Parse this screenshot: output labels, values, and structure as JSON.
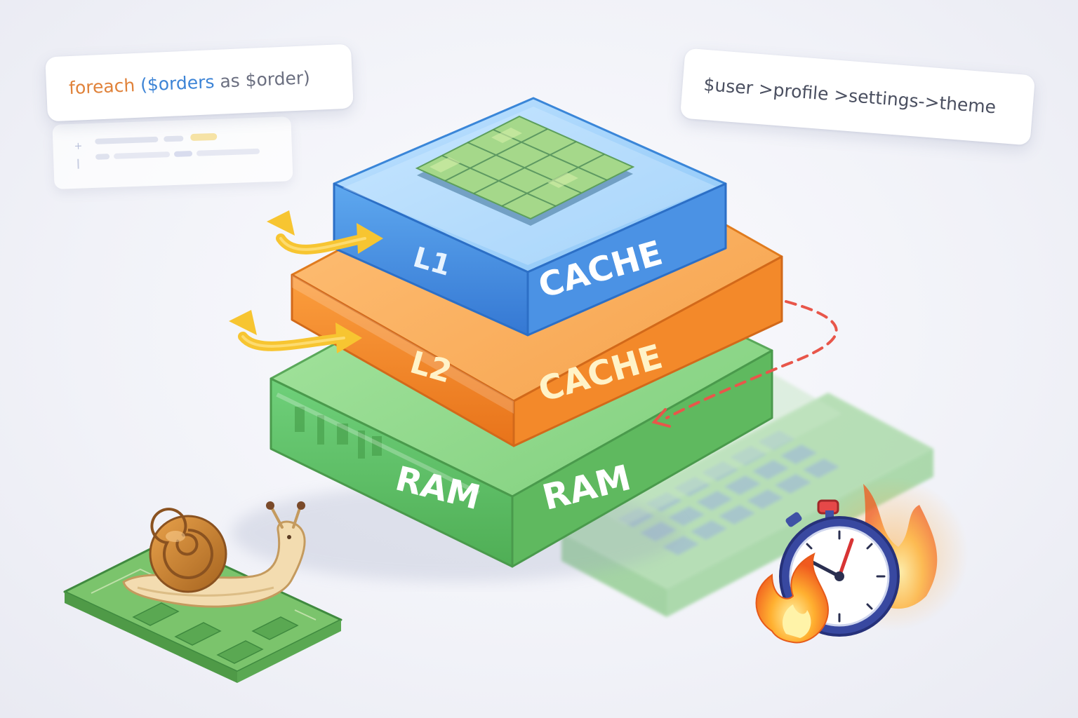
{
  "code_snippets": {
    "loop": {
      "keyword": "foreach",
      "open_paren": " (",
      "collection": "$orders",
      "rest": " as $order)"
    },
    "chain": "$user >profile >settings->theme"
  },
  "layers": [
    {
      "id": "l1",
      "level_label": "L1",
      "name_label": "CACHE",
      "color": "#4a90e2"
    },
    {
      "id": "l2",
      "level_label": "L2",
      "name_label": "CACHE",
      "color": "#f08a2c"
    },
    {
      "id": "ram",
      "level_label": "RAM",
      "name_label": "RAM",
      "color": "#5cb85c"
    }
  ],
  "icons": {
    "fast_access": "yellow-arrow-icon",
    "cache_miss": "red-dashed-arrow-icon",
    "slow": "snail-icon",
    "timeout": "stopwatch-icon",
    "hot": "fire-icon",
    "memory_module": "ram-stick-icon",
    "chip": "chip-grid-icon"
  },
  "colors": {
    "l1_blue": "#4a90e2",
    "l2_orange": "#f08a2c",
    "ram_green": "#5cb85c",
    "arrow_yellow": "#f7c531",
    "miss_red": "#e8564a",
    "keyword_orange": "#e0823a",
    "variable_blue": "#3d84d6"
  }
}
